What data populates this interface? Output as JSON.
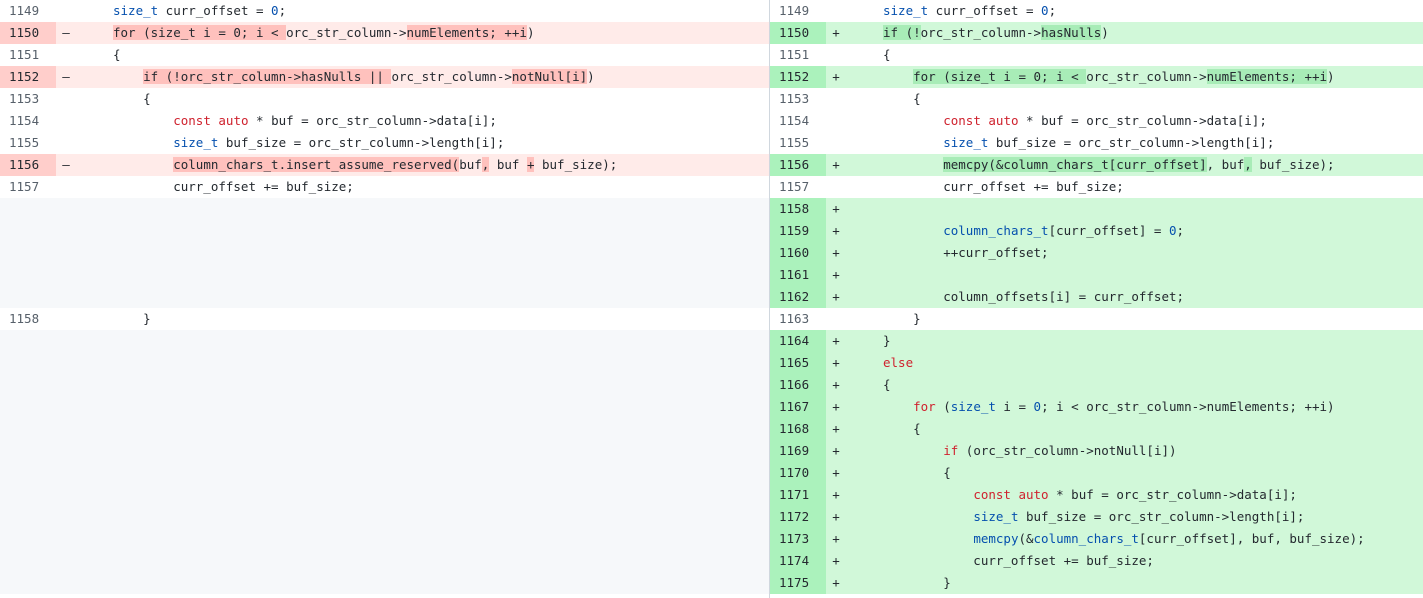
{
  "colors": {
    "del_bg": "#ffebe9",
    "del_num_bg": "#ffcecb",
    "add_bg": "#d1f8d9",
    "add_num_bg": "#abf2bc",
    "keyword": "#cf222e",
    "type": "#0550ae"
  },
  "left": [
    {
      "num": "1149",
      "marker": "",
      "type": "ctx"
    },
    {
      "num": "1150",
      "marker": "–",
      "type": "del"
    },
    {
      "num": "1151",
      "marker": "",
      "type": "ctx"
    },
    {
      "num": "1152",
      "marker": "–",
      "type": "del"
    },
    {
      "num": "1153",
      "marker": "",
      "type": "ctx"
    },
    {
      "num": "1154",
      "marker": "",
      "type": "ctx"
    },
    {
      "num": "1155",
      "marker": "",
      "type": "ctx"
    },
    {
      "num": "1156",
      "marker": "–",
      "type": "del"
    },
    {
      "num": "1157",
      "marker": "",
      "type": "ctx"
    },
    {
      "num": "",
      "marker": "",
      "type": "empty"
    },
    {
      "num": "",
      "marker": "",
      "type": "empty"
    },
    {
      "num": "",
      "marker": "",
      "type": "empty"
    },
    {
      "num": "",
      "marker": "",
      "type": "empty"
    },
    {
      "num": "",
      "marker": "",
      "type": "empty"
    },
    {
      "num": "1158",
      "marker": "",
      "type": "ctx"
    },
    {
      "num": "",
      "marker": "",
      "type": "empty"
    },
    {
      "num": "",
      "marker": "",
      "type": "empty"
    },
    {
      "num": "",
      "marker": "",
      "type": "empty"
    },
    {
      "num": "",
      "marker": "",
      "type": "empty"
    },
    {
      "num": "",
      "marker": "",
      "type": "empty"
    },
    {
      "num": "",
      "marker": "",
      "type": "empty"
    },
    {
      "num": "",
      "marker": "",
      "type": "empty"
    },
    {
      "num": "",
      "marker": "",
      "type": "empty"
    },
    {
      "num": "",
      "marker": "",
      "type": "empty"
    },
    {
      "num": "",
      "marker": "",
      "type": "empty"
    },
    {
      "num": "",
      "marker": "",
      "type": "empty"
    },
    {
      "num": "",
      "marker": "",
      "type": "empty"
    }
  ],
  "right": [
    {
      "num": "1149",
      "marker": "",
      "type": "ctx"
    },
    {
      "num": "1150",
      "marker": "+",
      "type": "add"
    },
    {
      "num": "1151",
      "marker": "",
      "type": "ctx"
    },
    {
      "num": "1152",
      "marker": "+",
      "type": "add"
    },
    {
      "num": "1153",
      "marker": "",
      "type": "ctx"
    },
    {
      "num": "1154",
      "marker": "",
      "type": "ctx"
    },
    {
      "num": "1155",
      "marker": "",
      "type": "ctx"
    },
    {
      "num": "1156",
      "marker": "+",
      "type": "add"
    },
    {
      "num": "1157",
      "marker": "",
      "type": "ctx"
    },
    {
      "num": "1158",
      "marker": "+",
      "type": "add"
    },
    {
      "num": "1159",
      "marker": "+",
      "type": "add"
    },
    {
      "num": "1160",
      "marker": "+",
      "type": "add"
    },
    {
      "num": "1161",
      "marker": "+",
      "type": "add"
    },
    {
      "num": "1162",
      "marker": "+",
      "type": "add"
    },
    {
      "num": "1163",
      "marker": "",
      "type": "ctx"
    },
    {
      "num": "1164",
      "marker": "+",
      "type": "add"
    },
    {
      "num": "1165",
      "marker": "+",
      "type": "add"
    },
    {
      "num": "1166",
      "marker": "+",
      "type": "add"
    },
    {
      "num": "1167",
      "marker": "+",
      "type": "add"
    },
    {
      "num": "1168",
      "marker": "+",
      "type": "add"
    },
    {
      "num": "1169",
      "marker": "+",
      "type": "add"
    },
    {
      "num": "1170",
      "marker": "+",
      "type": "add"
    },
    {
      "num": "1171",
      "marker": "+",
      "type": "add"
    },
    {
      "num": "1172",
      "marker": "+",
      "type": "add"
    },
    {
      "num": "1173",
      "marker": "+",
      "type": "add"
    },
    {
      "num": "1174",
      "marker": "+",
      "type": "add"
    },
    {
      "num": "1175",
      "marker": "+",
      "type": "add"
    }
  ],
  "code": {
    "l": [
      [
        {
          "t": "size_t",
          "c": "ty"
        },
        {
          "t": " curr_offset = "
        },
        {
          "t": "0",
          "c": "nm"
        },
        {
          "t": ";"
        }
      ],
      [
        {
          "t": "for (size_t i = 0; i < ",
          "c": "hd"
        },
        {
          "t": "orc_str_column->"
        },
        {
          "t": "numElements; ++i",
          "c": "hd"
        },
        {
          "t": ")"
        }
      ],
      [
        {
          "t": "{"
        }
      ],
      [
        {
          "t": "    "
        },
        {
          "t": "if (!orc_str_column->hasNulls || ",
          "c": "hd"
        },
        {
          "t": "orc_str_column->"
        },
        {
          "t": "notNull[i]",
          "c": "hd"
        },
        {
          "t": ")"
        }
      ],
      [
        {
          "t": "    {"
        }
      ],
      [
        {
          "t": "        "
        },
        {
          "t": "const",
          "c": "kw"
        },
        {
          "t": " "
        },
        {
          "t": "auto",
          "c": "kw"
        },
        {
          "t": " * buf = orc_str_column->data[i];"
        }
      ],
      [
        {
          "t": "        "
        },
        {
          "t": "size_t",
          "c": "ty"
        },
        {
          "t": " buf_size = orc_str_column->length[i];"
        }
      ],
      [
        {
          "t": "        "
        },
        {
          "t": "column_chars_t.insert_assume_reserved(",
          "c": "hd"
        },
        {
          "t": "buf"
        },
        {
          "t": ",",
          "c": "hd"
        },
        {
          "t": " buf "
        },
        {
          "t": "+",
          "c": "hd"
        },
        {
          "t": " buf_size);"
        }
      ],
      [
        {
          "t": "        curr_offset += buf_size;"
        }
      ],
      [],
      [],
      [],
      [],
      [],
      [
        {
          "t": "    }"
        }
      ],
      [],
      [],
      [],
      [],
      [],
      [],
      [],
      [],
      [],
      [],
      [],
      []
    ],
    "r": [
      [
        {
          "t": "size_t",
          "c": "ty"
        },
        {
          "t": " curr_offset = "
        },
        {
          "t": "0",
          "c": "nm"
        },
        {
          "t": ";"
        }
      ],
      [
        {
          "t": "if (!",
          "c": "ha"
        },
        {
          "t": "orc_str_column->"
        },
        {
          "t": "hasNulls",
          "c": "ha"
        },
        {
          "t": ")"
        }
      ],
      [
        {
          "t": "{"
        }
      ],
      [
        {
          "t": "    "
        },
        {
          "t": "for (size_t i = 0; i < ",
          "c": "ha"
        },
        {
          "t": "orc_str_column->"
        },
        {
          "t": "numElements; ++i",
          "c": "ha"
        },
        {
          "t": ")"
        }
      ],
      [
        {
          "t": "    {"
        }
      ],
      [
        {
          "t": "        "
        },
        {
          "t": "const",
          "c": "kw"
        },
        {
          "t": " "
        },
        {
          "t": "auto",
          "c": "kw"
        },
        {
          "t": " * buf = orc_str_column->data[i];"
        }
      ],
      [
        {
          "t": "        "
        },
        {
          "t": "size_t",
          "c": "ty"
        },
        {
          "t": " buf_size = orc_str_column->length[i];"
        }
      ],
      [
        {
          "t": "        "
        },
        {
          "t": "memcpy(&column_chars_t[curr_offset]",
          "c": "ha"
        },
        {
          "t": ", buf"
        },
        {
          "t": ",",
          "c": "ha"
        },
        {
          "t": " buf_size);"
        }
      ],
      [
        {
          "t": "        curr_offset += buf_size;"
        }
      ],
      [],
      [
        {
          "t": "        "
        },
        {
          "t": "column_chars_t",
          "c": "ty"
        },
        {
          "t": "[curr_offset] = "
        },
        {
          "t": "0",
          "c": "nm"
        },
        {
          "t": ";"
        }
      ],
      [
        {
          "t": "        ++curr_offset;"
        }
      ],
      [],
      [
        {
          "t": "        column_offsets[i] = curr_offset;"
        }
      ],
      [
        {
          "t": "    }"
        }
      ],
      [
        {
          "t": "}"
        }
      ],
      [
        {
          "t": "else",
          "c": "kw"
        }
      ],
      [
        {
          "t": "{"
        }
      ],
      [
        {
          "t": "    "
        },
        {
          "t": "for",
          "c": "kw"
        },
        {
          "t": " ("
        },
        {
          "t": "size_t",
          "c": "ty"
        },
        {
          "t": " i = "
        },
        {
          "t": "0",
          "c": "nm"
        },
        {
          "t": "; i < orc_str_column->numElements; ++i)"
        }
      ],
      [
        {
          "t": "    {"
        }
      ],
      [
        {
          "t": "        "
        },
        {
          "t": "if",
          "c": "kw"
        },
        {
          "t": " (orc_str_column->notNull[i])"
        }
      ],
      [
        {
          "t": "        {"
        }
      ],
      [
        {
          "t": "            "
        },
        {
          "t": "const",
          "c": "kw"
        },
        {
          "t": " "
        },
        {
          "t": "auto",
          "c": "kw"
        },
        {
          "t": " * buf = orc_str_column->data[i];"
        }
      ],
      [
        {
          "t": "            "
        },
        {
          "t": "size_t",
          "c": "ty"
        },
        {
          "t": " buf_size = orc_str_column->length[i];"
        }
      ],
      [
        {
          "t": "            "
        },
        {
          "t": "memcpy",
          "c": "ty"
        },
        {
          "t": "(&"
        },
        {
          "t": "column_chars_t",
          "c": "ty"
        },
        {
          "t": "[curr_offset], buf, buf_size);"
        }
      ],
      [
        {
          "t": "            curr_offset += buf_size;"
        }
      ],
      [
        {
          "t": "        }"
        }
      ]
    ]
  }
}
